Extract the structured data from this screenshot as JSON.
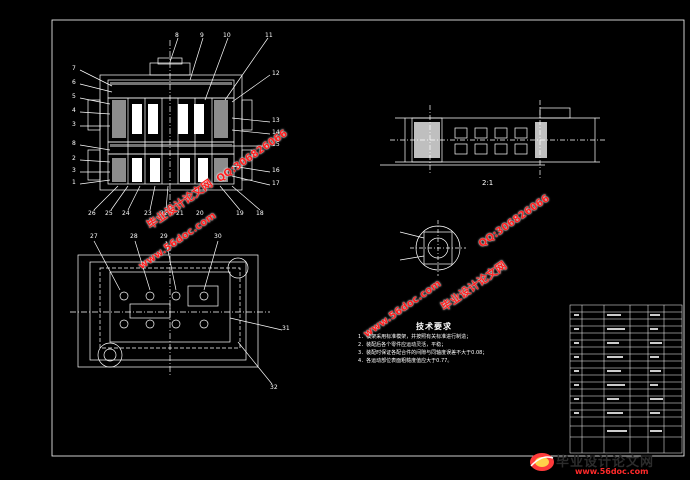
{
  "part_numbers": {
    "n1": "1",
    "n2": "2",
    "n3": "3",
    "n4": "4",
    "n5": "5",
    "n6": "6",
    "n7": "7",
    "n8": "8",
    "n9": "9",
    "n10": "10",
    "n11": "11",
    "n12": "12",
    "n13": "13",
    "n14": "14",
    "n15": "15",
    "n16": "16",
    "n17": "17",
    "n18": "18",
    "n19": "19",
    "n20": "20",
    "n21": "21",
    "n22": "22",
    "n23": "23",
    "n24": "24",
    "n25": "25",
    "n26": "26",
    "n27": "27",
    "n28": "28",
    "n29": "29",
    "n30": "30",
    "n31": "31",
    "n32": "32"
  },
  "detail_scale": "2:1",
  "tech_requirements": {
    "title": "技术要求",
    "items": [
      "1．模架采用标准模架，并按照有关标准进行制造；",
      "2．装配后各个零件应运动灵活，平稳；",
      "3．装配时保证各配合件的间隙与同轴度误差不大于0.08；",
      "4．各运动部位表面粗糙度值应大于0.77。"
    ]
  },
  "watermarks": {
    "site": "www.56doc.com",
    "site_name": "毕业设计论文网",
    "qq": "QQ:306826066"
  },
  "brand": {
    "name": "毕业设计论文网",
    "url": "www.56doc.com"
  },
  "colors": {
    "background": "#000000",
    "linework": "#ffffff",
    "watermark": "#ff2020"
  }
}
